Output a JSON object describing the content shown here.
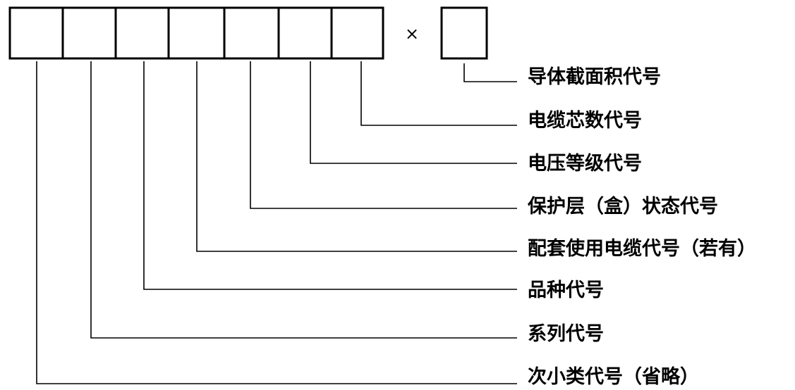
{
  "diagram": {
    "multiply_sign": "×",
    "labels": [
      "导体截面积代号",
      "电缆芯数代号",
      "电压等级代号",
      "保护层（盒）状态代号",
      "配套使用电缆代号（若有）",
      "品种代号",
      "系列代号",
      "次小类代号（省略）"
    ]
  }
}
